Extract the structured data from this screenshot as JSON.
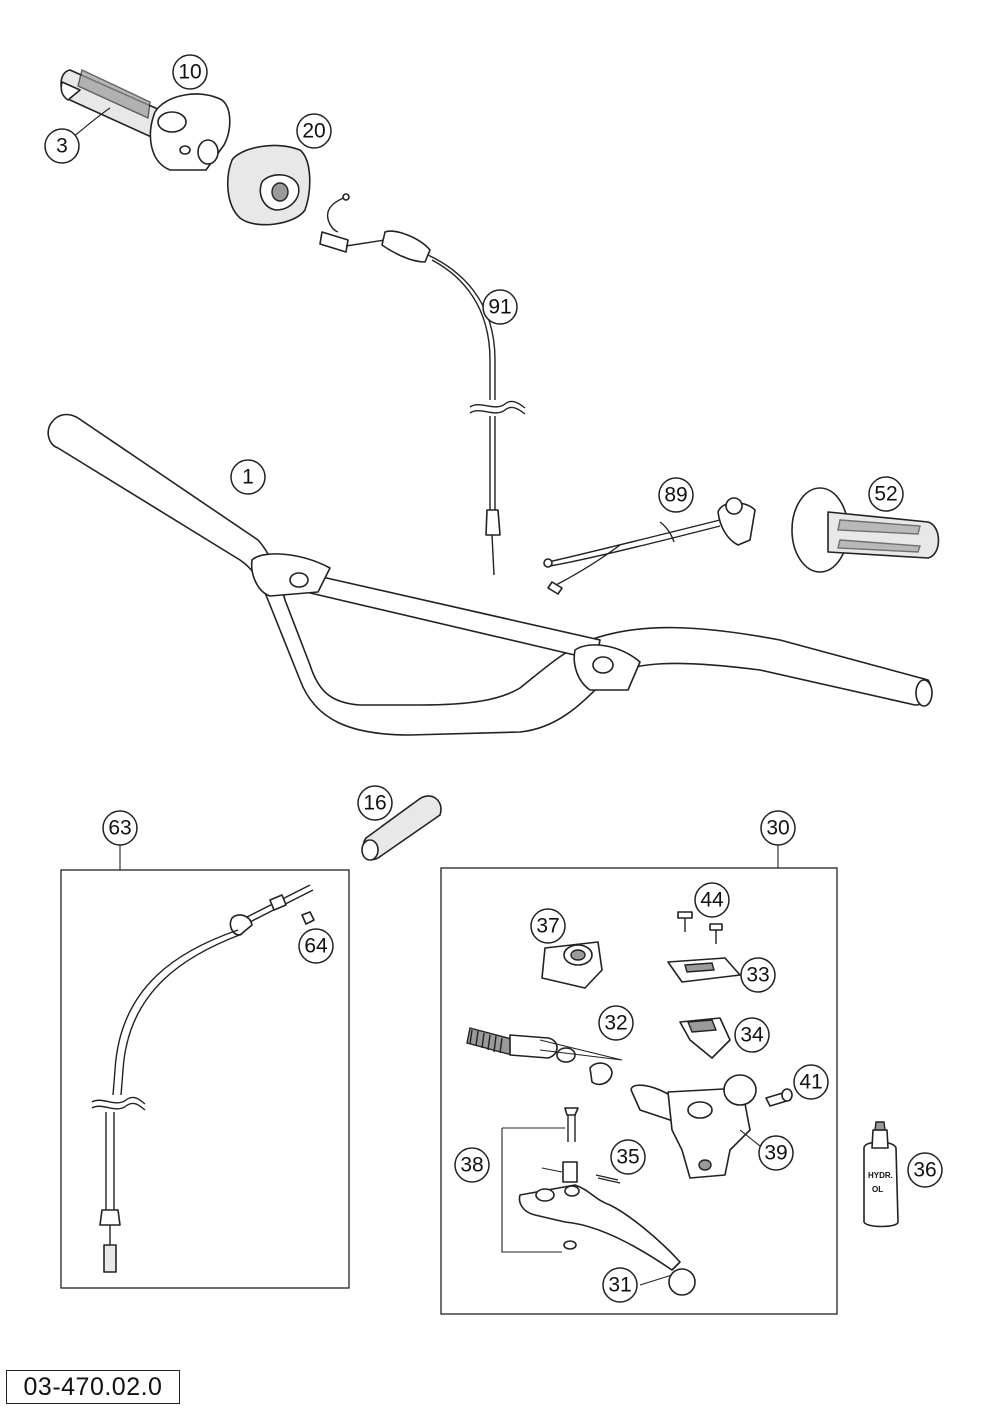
{
  "drawing_number": "03-470.02.0",
  "callouts": {
    "c1": "1",
    "c3": "3",
    "c10": "10",
    "c16": "16",
    "c20": "20",
    "c30": "30",
    "c31": "31",
    "c32": "32",
    "c33": "33",
    "c34": "34",
    "c35": "35",
    "c36": "36",
    "c37": "37",
    "c38": "38",
    "c39": "39",
    "c41": "41",
    "c44": "44",
    "c52": "52",
    "c63": "63",
    "c64": "64",
    "c89": "89",
    "c91": "91"
  },
  "bottle_label_line1": "HYDR.",
  "bottle_label_line2": "OL"
}
